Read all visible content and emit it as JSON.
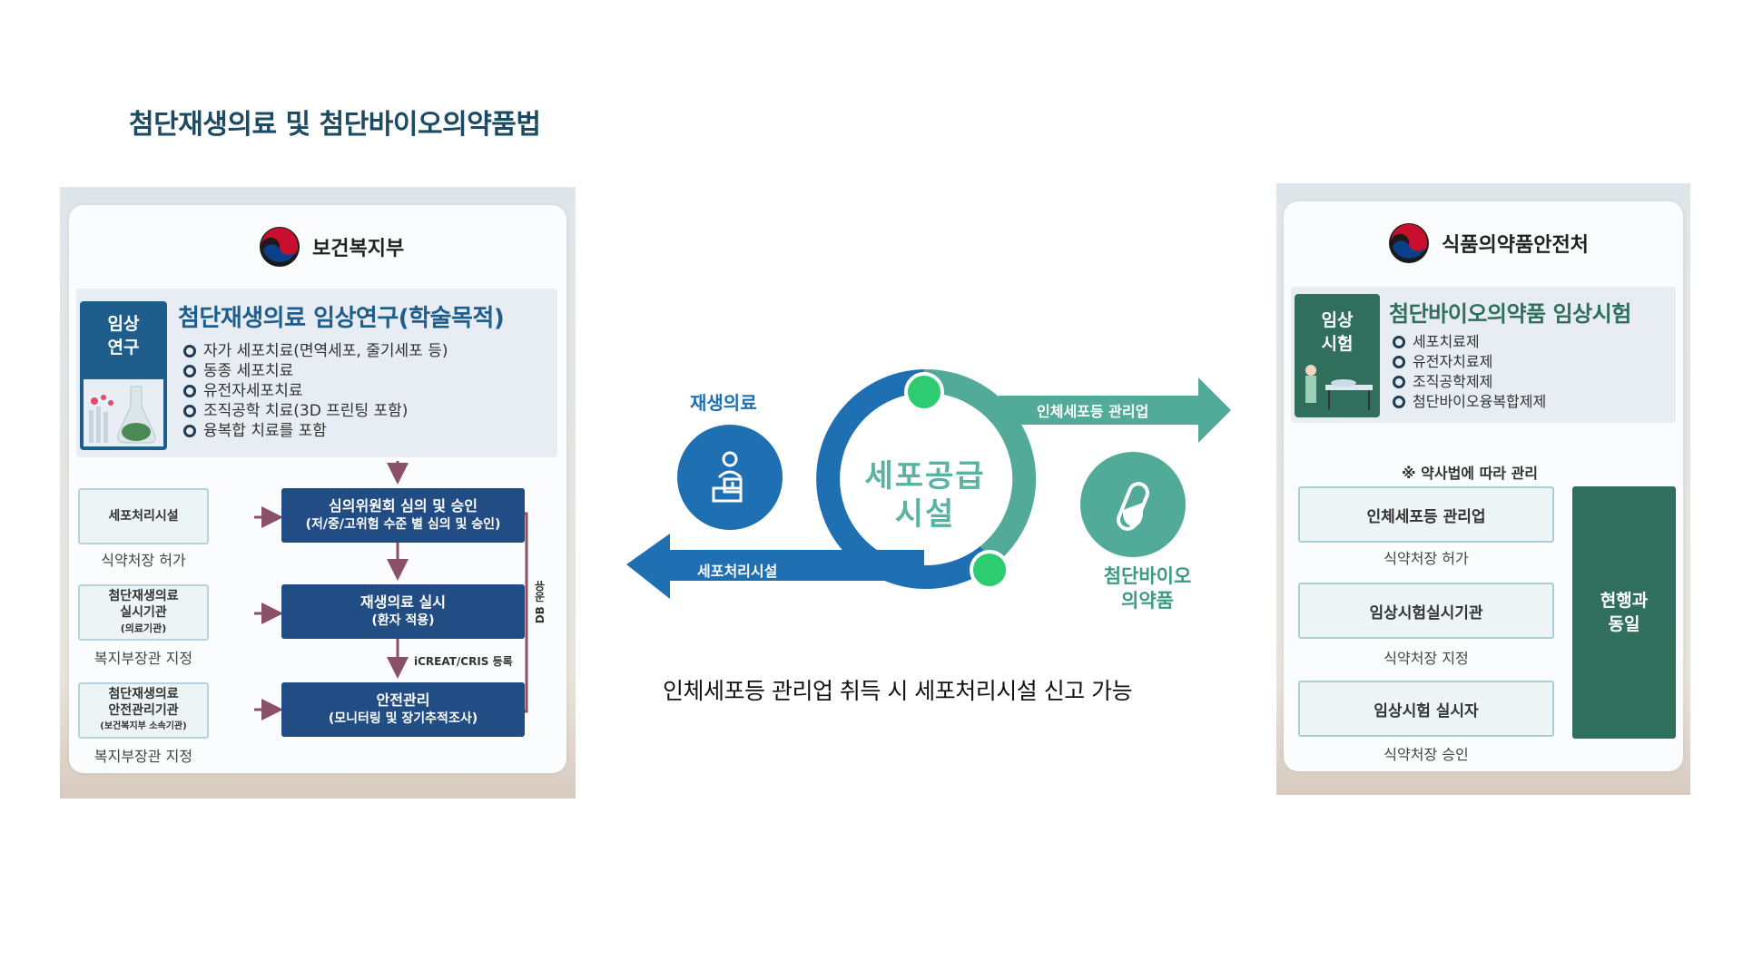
{
  "page": {
    "title": "첨단재생의료 및 첨단바이오의약품법"
  },
  "left": {
    "ministry": "보건복지부",
    "side_tag": "임상\n연구",
    "study_title": "첨단재생의료 임상연구(학술목적)",
    "bullets": [
      "자가 세포치료(면역세포, 줄기세포 등)",
      "동종 세포치료",
      "유전자세포치료",
      "조직공학 치료(3D 프린팅 포함)",
      "융복합 치료를 포함"
    ],
    "left_boxes": [
      {
        "name": "세포처리시설",
        "note": "식약처장 허가"
      },
      {
        "name": "첨단재생의료\n실시기관",
        "sub": "(의료기관)",
        "note": "복지부장관 지정"
      },
      {
        "name": "첨단재생의료\n안전관리기관",
        "sub": "(보건복지부 소속기관)",
        "note": "복지부장관 지정"
      }
    ],
    "flow_boxes": [
      {
        "title": "심의위원회 심의 및 승인",
        "sub": "(저/중/고위험 수준 별 심의 및 승인)"
      },
      {
        "title": "재생의료 실시",
        "sub": "(환자 적용)"
      },
      {
        "title": "안전관리",
        "sub": "(모니터링 및 장기추적조사)"
      }
    ],
    "registry_label": "iCREAT/CRIS 등록",
    "db_label": "DB 공유"
  },
  "center": {
    "regen_label": "재생의료",
    "hub_line1": "세포공급",
    "hub_line2": "시설",
    "arrow_right": "인체세포등 관리업",
    "arrow_left": "세포처리시설",
    "bio_label_1": "첨단바이오",
    "bio_label_2": "의약품",
    "footer": "인체세포등 관리업 취득 시 세포처리시설 신고 가능",
    "colors": {
      "blue": "#1f6fb3",
      "teal": "#52ab98",
      "green_dot": "#2ecc71"
    }
  },
  "right": {
    "ministry": "식품의약품안전처",
    "side_tag": "임상\n시험",
    "study_title": "첨단바이오의약품 임상시험",
    "bullets": [
      "세포치료제",
      "유전자치료제",
      "조직공학제제",
      "첨단바이오융복합제제"
    ],
    "pharm_note": "※ 약사법에 따라 관리",
    "boxes": [
      {
        "name": "인체세포등 관리업",
        "note": "식약처장 허가"
      },
      {
        "name": "임상시험실시기관",
        "note": "식약처장 지정"
      },
      {
        "name": "임상시험 실시자",
        "note": "식약처장 승인"
      }
    ],
    "same_label": "현행과\n동일"
  }
}
